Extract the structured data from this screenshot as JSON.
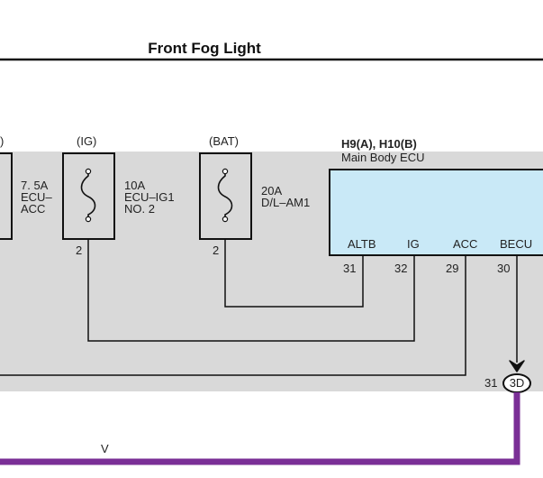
{
  "title": "Front Fog Light",
  "colors": {
    "background_panel": "#d9d9d9",
    "ecu_fill": "#c9e9f7",
    "wire_violet": "#7a2f96",
    "line": "#1a1a1a"
  },
  "fuses": [
    {
      "supply": "",
      "lines": [
        "7. 5A",
        "ECU–",
        "ACC"
      ],
      "pin": ""
    },
    {
      "supply": "(IG)",
      "lines": [
        "10A",
        "ECU–IG1",
        "NO. 2"
      ],
      "pin": "2"
    },
    {
      "supply": "(BAT)",
      "lines": [
        "20A",
        "D/L–AM1",
        ""
      ],
      "pin": "2"
    }
  ],
  "ecu": {
    "id": "H9(A), H10(B)",
    "name": "Main Body ECU",
    "pins": [
      {
        "name": "ALTB",
        "number": "31"
      },
      {
        "name": "IG",
        "number": "32"
      },
      {
        "name": "ACC",
        "number": "29"
      },
      {
        "name": "BECU",
        "number": "30"
      }
    ]
  },
  "connector": {
    "pin": "31",
    "id": "3D"
  },
  "wire_color": "V",
  "left_edge_fragment": ")"
}
